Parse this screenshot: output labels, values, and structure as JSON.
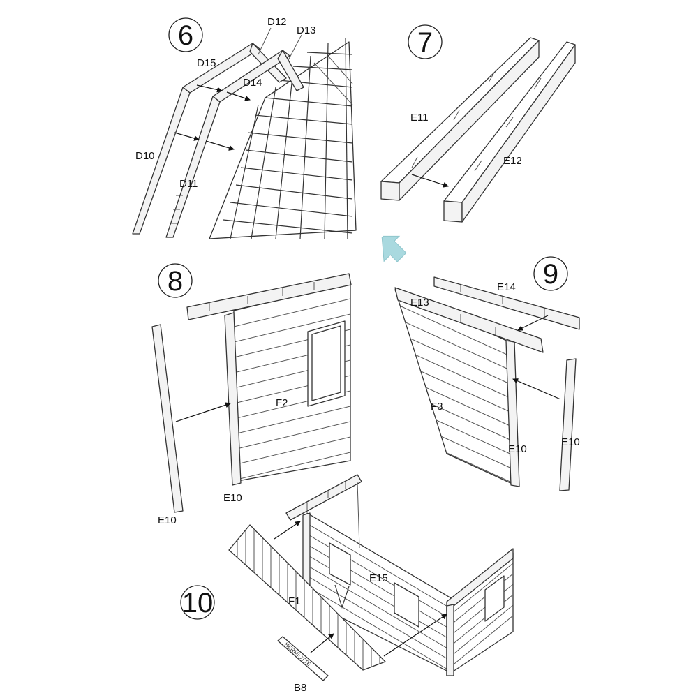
{
  "steps": {
    "s6": "6",
    "s7": "7",
    "s8": "8",
    "s9": "9",
    "s10": "10"
  },
  "parts": {
    "d12": "D12",
    "d13": "D13",
    "d15": "D15",
    "d14": "D14",
    "d10": "D10",
    "d11": "D11",
    "e11": "E11",
    "e12": "E12",
    "e14": "E14",
    "e13": "E13",
    "f2": "F2",
    "f3": "F3",
    "e10_a": "E10",
    "e10_b": "E10",
    "e10_c": "E10",
    "e10_d": "E10",
    "e15": "E15",
    "f1": "F1",
    "b8": "B8",
    "sign": "HERMIOTTE"
  },
  "colors": {
    "flow_arrow": "#a9d9df",
    "outline": "#333333",
    "panel": "#f3f3f3"
  }
}
